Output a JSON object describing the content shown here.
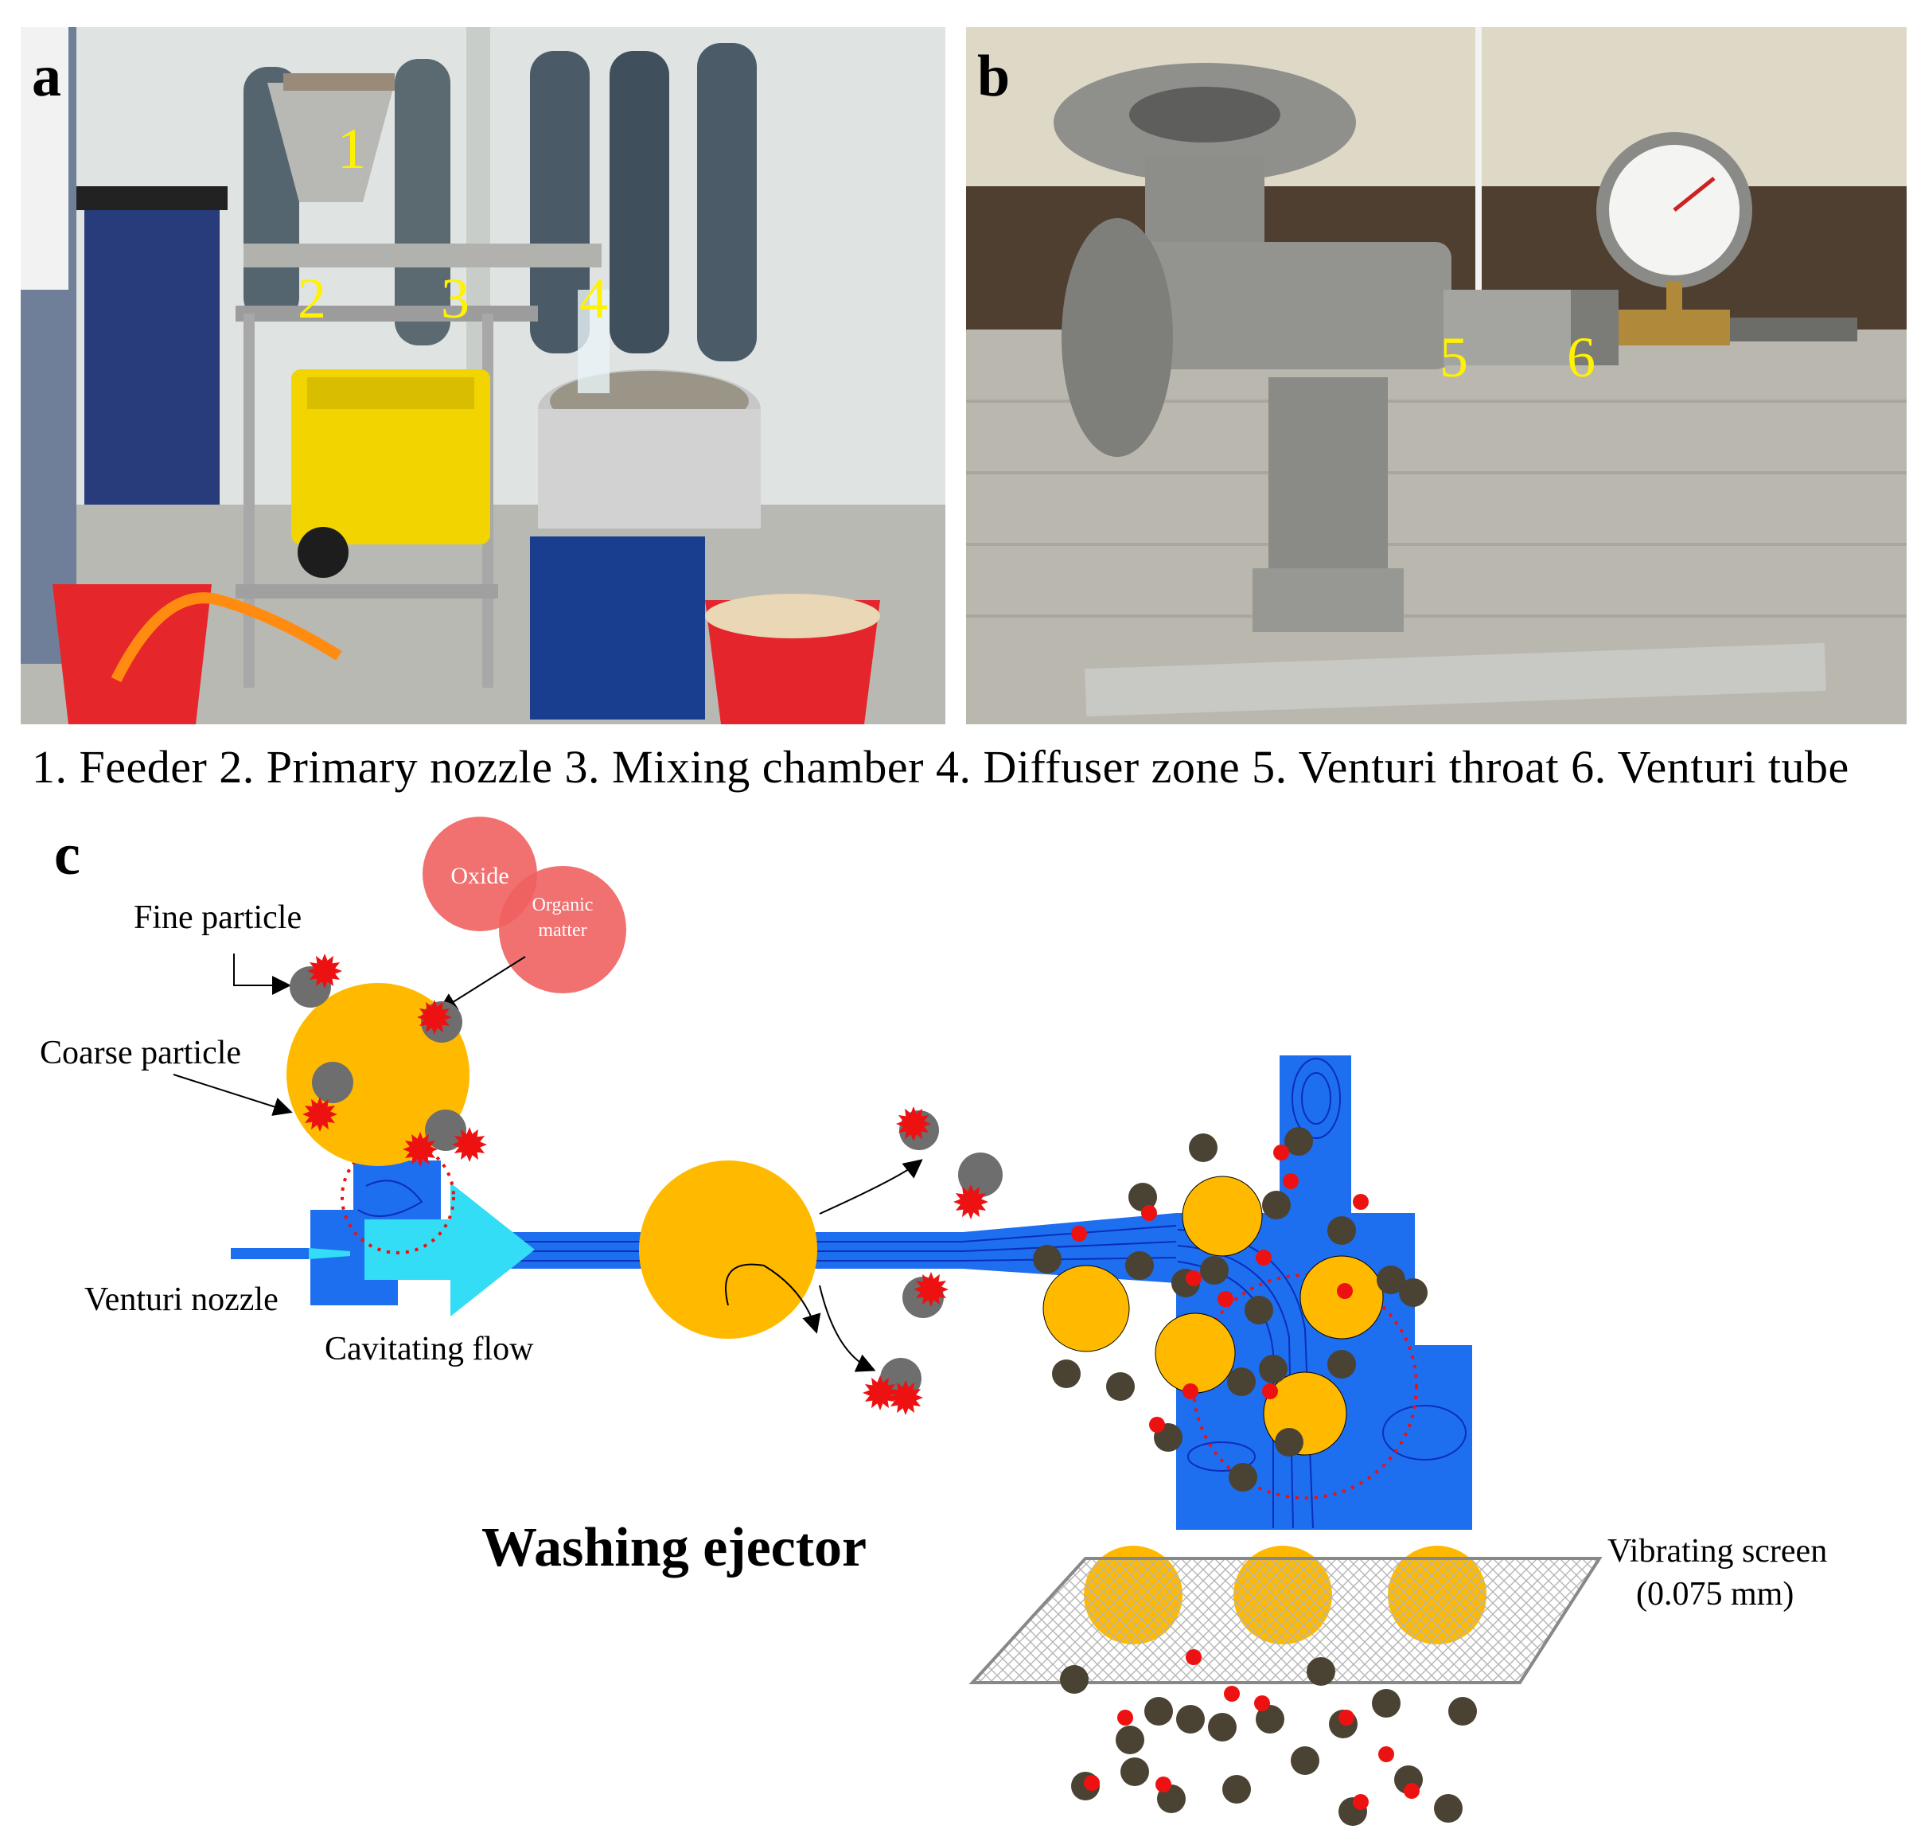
{
  "panels": {
    "a": {
      "letter": "a",
      "markers": [
        "1",
        "2",
        "3",
        "4"
      ]
    },
    "b": {
      "letter": "b",
      "markers": [
        "5",
        "6"
      ]
    },
    "c": {
      "letter": "c"
    }
  },
  "caption": "1. Feeder 2. Primary nozzle 3. Mixing chamber 4. Diffuser zone 5. Venturi throat 6. Venturi tube",
  "labels": {
    "oxide": "Oxide",
    "organic_line1": "Organic",
    "organic_line2": "matter",
    "fine_particle": "Fine particle",
    "coarse_particle": "Coarse particle",
    "venturi_nozzle": "Venturi nozzle",
    "cavitating_flow": "Cavitating  flow",
    "washing_ejector": "Washing ejector",
    "vibrating_screen": "Vibrating screen",
    "screen_size": "(0.075 mm)"
  },
  "colors": {
    "coarse": "#FFBA00",
    "fine": "#6E6E6E",
    "fine_dark": "#4A4232",
    "contaminant": "#EE1111",
    "flow_blue": "#1E6EF0",
    "flow_line": "#0A2FB8",
    "arrow_cyan": "#33DDF5",
    "label_yellow": "#FFF200",
    "oxide_bubble": "#F06060"
  }
}
